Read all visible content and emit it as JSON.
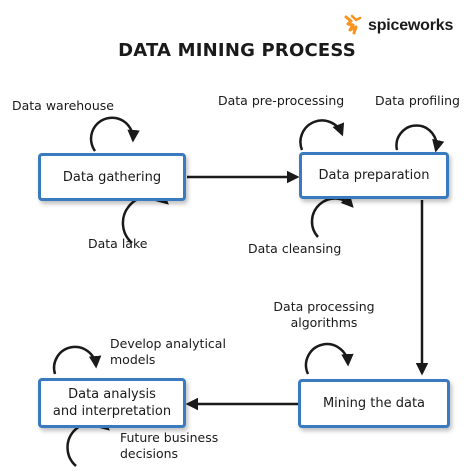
{
  "brand": {
    "name": "spiceworks",
    "icon": "spiceworks-logo-icon",
    "accent_color": "#f7931e"
  },
  "title": "DATA MINING PROCESS",
  "colors": {
    "box_border": "#3a7bbf",
    "arrow": "#1a1a1a"
  },
  "boxes": {
    "gathering": "Data gathering",
    "preparation": "Data preparation",
    "mining": "Mining the data",
    "analysis_line1": "Data analysis",
    "analysis_line2": "and interpretation"
  },
  "loops": {
    "warehouse": "Data warehouse",
    "lake": "Data lake",
    "preprocessing": "Data pre-processing",
    "profiling": "Data profiling",
    "cleansing": "Data cleansing",
    "algorithms_line1": "Data processing",
    "algorithms_line2": "algorithms",
    "develop_line1": "Develop analytical",
    "develop_line2": "models",
    "future_line1": "Future business",
    "future_line2": "decisions"
  }
}
